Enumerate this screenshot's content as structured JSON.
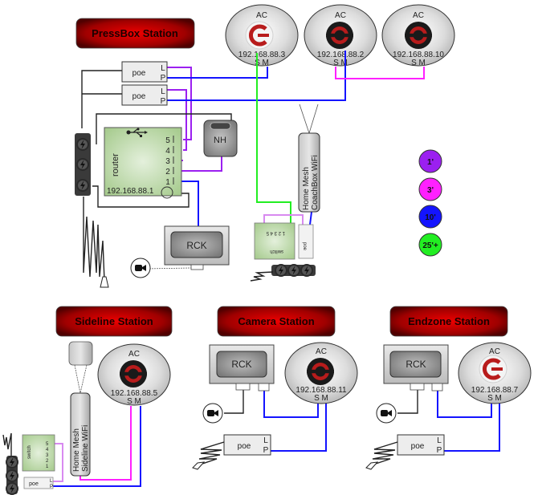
{
  "colors": {
    "cable_1ft": "#9b20f0",
    "cable_3ft": "#ff20ff",
    "cable_10ft": "#1414ff",
    "cable_25ft": "#22ee22",
    "header_fill": "#cc0000",
    "router_fill": "#b8d8a0",
    "ac_fill": "#d6d6d6"
  },
  "legend": [
    {
      "label": "1'",
      "color_key": "cable_1ft"
    },
    {
      "label": "3'",
      "color_key": "cable_3ft"
    },
    {
      "label": "10'",
      "color_key": "cable_10ft"
    },
    {
      "label": "25'+",
      "color_key": "cable_25ft"
    }
  ],
  "stations": {
    "pressbox": {
      "title": "PressBox Station"
    },
    "sideline": {
      "title": "Sideline Station"
    },
    "camera": {
      "title": "Camera Station"
    },
    "endzone": {
      "title": "Endzone Station"
    }
  },
  "access_points": [
    {
      "label": "AC",
      "ip": "192.168.88.3",
      "ports": "S M",
      "logo": "light"
    },
    {
      "label": "AC",
      "ip": "192.168.88.2",
      "ports": "S M",
      "logo": "dark"
    },
    {
      "label": "AC",
      "ip": "192.168.88.10",
      "ports": "S M",
      "logo": "dark"
    },
    {
      "label": "AC",
      "ip": "192.168.88.5",
      "ports": "S M",
      "logo": "dark"
    },
    {
      "label": "AC",
      "ip": "192.168.88.11",
      "ports": "S M",
      "logo": "dark"
    },
    {
      "label": "AC",
      "ip": "192.168.88.7",
      "ports": "S M",
      "logo": "light"
    }
  ],
  "poe": {
    "label": "poe",
    "port_l": "L",
    "port_p": "P"
  },
  "router": {
    "label": "router",
    "ip": "192.168.88.1",
    "ports": [
      "5",
      "4",
      "3",
      "2",
      "1"
    ]
  },
  "switch": {
    "label": "switch",
    "ports": [
      "5",
      "4",
      "3",
      "2",
      "1"
    ]
  },
  "nh": {
    "label": "NH"
  },
  "rck": {
    "label": "RCK"
  },
  "mesh_coachbox": {
    "line1": "Home Mesh",
    "line2": "CoachBox WiFi"
  },
  "mesh_sideline": {
    "line1": "Home Mesh",
    "line2": "Sideline  WiFi"
  }
}
